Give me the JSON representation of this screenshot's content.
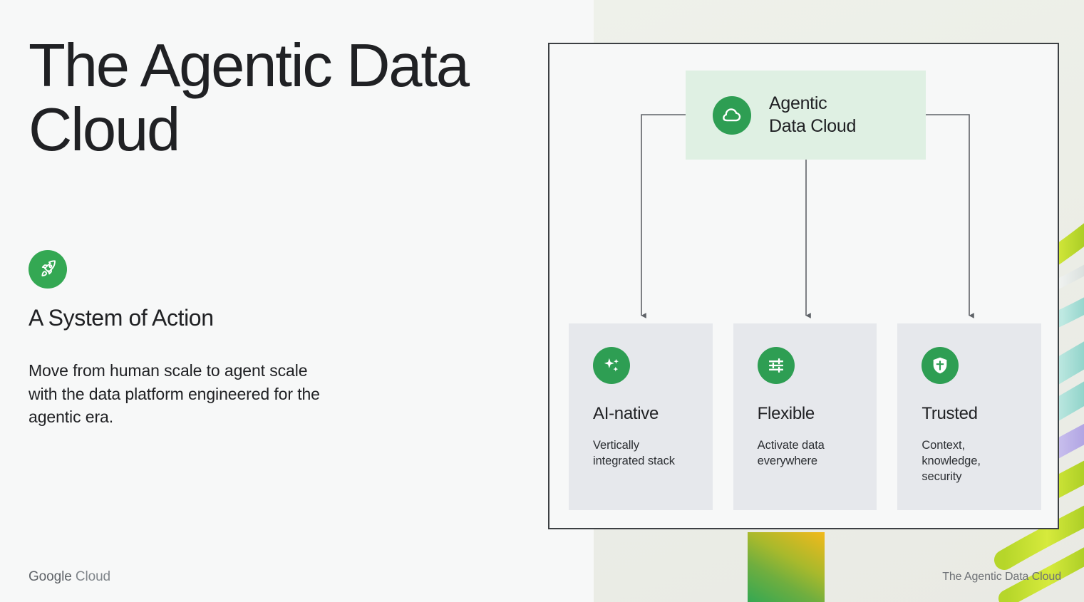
{
  "slide": {
    "title": "The Agentic\nData Cloud",
    "section": {
      "icon": "rocket-icon",
      "heading": "A System of Action",
      "body": "Move from human scale to agent scale with the data platform engineered for the agentic era."
    },
    "footer": {
      "logo_primary": "Google",
      "logo_secondary": "Cloud",
      "right_label": "The Agentic Data Cloud"
    }
  },
  "diagram": {
    "hero": {
      "icon": "cloud-icon",
      "label": "Agentic\nData Cloud",
      "background": "#dff0e3"
    },
    "cards": [
      {
        "icon": "sparkle-icon",
        "title": "AI-native",
        "description": "Vertically\nintegrated stack"
      },
      {
        "icon": "tune-sliders-icon",
        "title": "Flexible",
        "description": "Activate data\neverywhere"
      },
      {
        "icon": "shield-icon",
        "title": "Trusted",
        "description": "Context,\nknowledge,\nsecurity"
      }
    ],
    "connector_color": "#5f6368",
    "frame_color": "#3c4043"
  },
  "colors": {
    "brand_green": "#34a853",
    "icon_green": "#2e9e53",
    "hero_green_bg": "#dff0e3",
    "card_bg": "#e6e8ec",
    "slide_bg": "#f7f8f8",
    "right_bg": "#e9eae4",
    "text_primary": "#202124",
    "text_muted": "#5f6368"
  }
}
